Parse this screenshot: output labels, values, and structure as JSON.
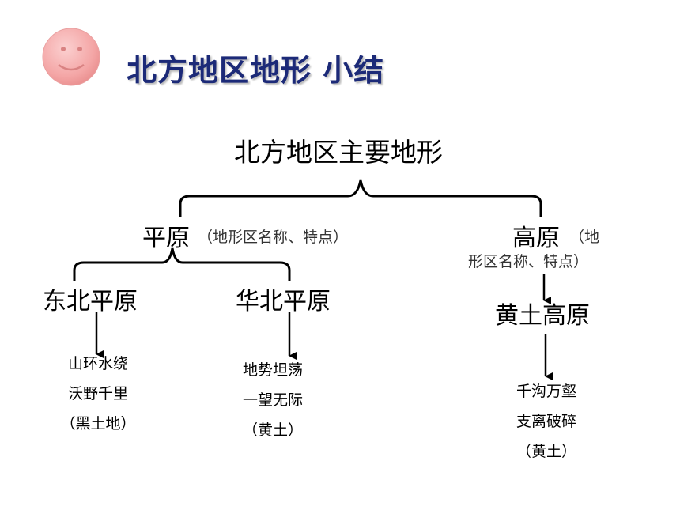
{
  "title": "北方地区地形 小结",
  "diagram": {
    "root": "北方地区主要地形",
    "plain": {
      "label": "平原",
      "note": "（地形区名称、特点）",
      "children": [
        {
          "name": "东北平原",
          "features": [
            "山环水绕",
            "沃野千里",
            "（黑土地）"
          ]
        },
        {
          "name": "华北平原",
          "features": [
            "地势坦荡",
            "一望无际",
            "（黄土）"
          ]
        }
      ]
    },
    "plateau": {
      "label": "高原",
      "note_line1": "（地",
      "note_line2": "形区名称、特点）",
      "child": {
        "name": "黄土高原",
        "features": [
          "千沟万壑",
          "支离破碎",
          "（黄土）"
        ]
      }
    }
  },
  "colors": {
    "title": "#1c2a78",
    "smiley_face": "#f4a6a6",
    "line": "#000000"
  },
  "icons": [
    "smiley-face-icon"
  ]
}
